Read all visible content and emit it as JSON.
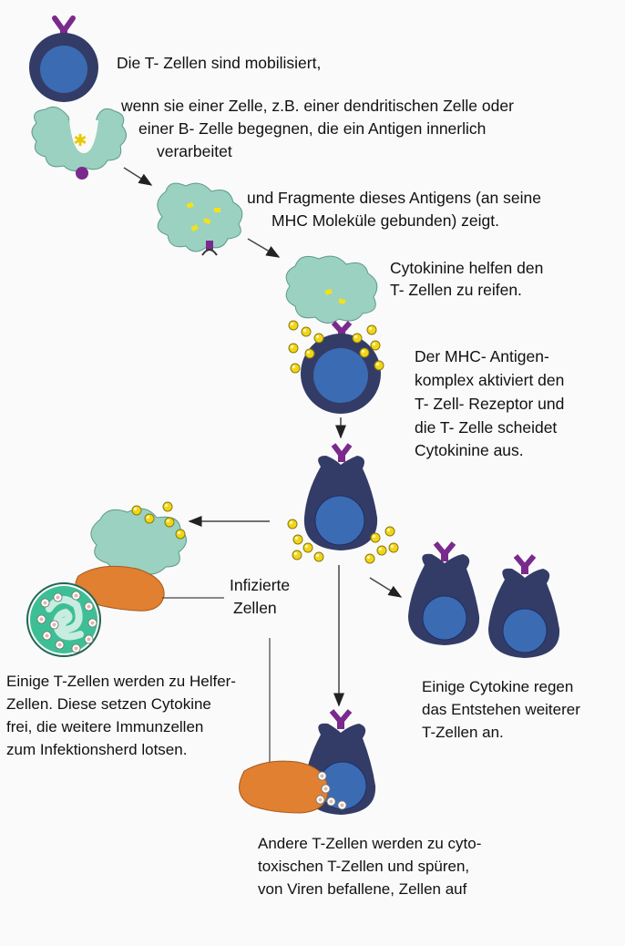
{
  "texts": {
    "step1": "Die T- Zellen sind mobilisiert,",
    "step2_line1": "wenn sie einer Zelle, z.B. einer dendritischen Zelle oder",
    "step2_line2": "einer B- Zelle begegnen, die ein Antigen innerlich",
    "step2_line3": "verarbeitet",
    "step3_line1": "und Fragmente dieses Antigens (an seine",
    "step3_line2": "MHC Moleküle gebunden) zeigt.",
    "step4_line1": "Cytokinine helfen den",
    "step4_line2": "T- Zellen zu reifen.",
    "step5_line1": "Der MHC- Antigen-",
    "step5_line2": "komplex aktiviert den",
    "step5_line3": "T- Zell- Rezeptor und",
    "step5_line4": "die T- Zelle scheidet",
    "step5_line5": "Cytokinine aus.",
    "infected_line1": "Infizierte",
    "infected_line2": "Zellen",
    "helper_line1": "Einige T-Zellen werden zu Helfer-",
    "helper_line2": "Zellen. Diese setzen Cytokine",
    "helper_line3": "frei, die weitere Immunzellen",
    "helper_line4": "zum Infektionsherd lotsen.",
    "prolif_line1": "Einige Cytokine regen",
    "prolif_line2": "das Entstehen weiterer",
    "prolif_line3": "T-Zellen an.",
    "cyto_line1": "Andere T-Zellen werden zu cyto-",
    "cyto_line2": "toxischen T-Zellen und spüren,",
    "cyto_line3": "von Viren befallene, Zellen auf"
  },
  "colors": {
    "tcell_outer": "#333c66",
    "tcell_nucleus": "#3b6bb3",
    "receptor": "#7a2a8c",
    "apc": "#9bd1c0",
    "antigen": "#f2e21a",
    "cytokine": "#f0d41a",
    "infected": "#e08030",
    "infected_cell": "#3dbf95"
  }
}
